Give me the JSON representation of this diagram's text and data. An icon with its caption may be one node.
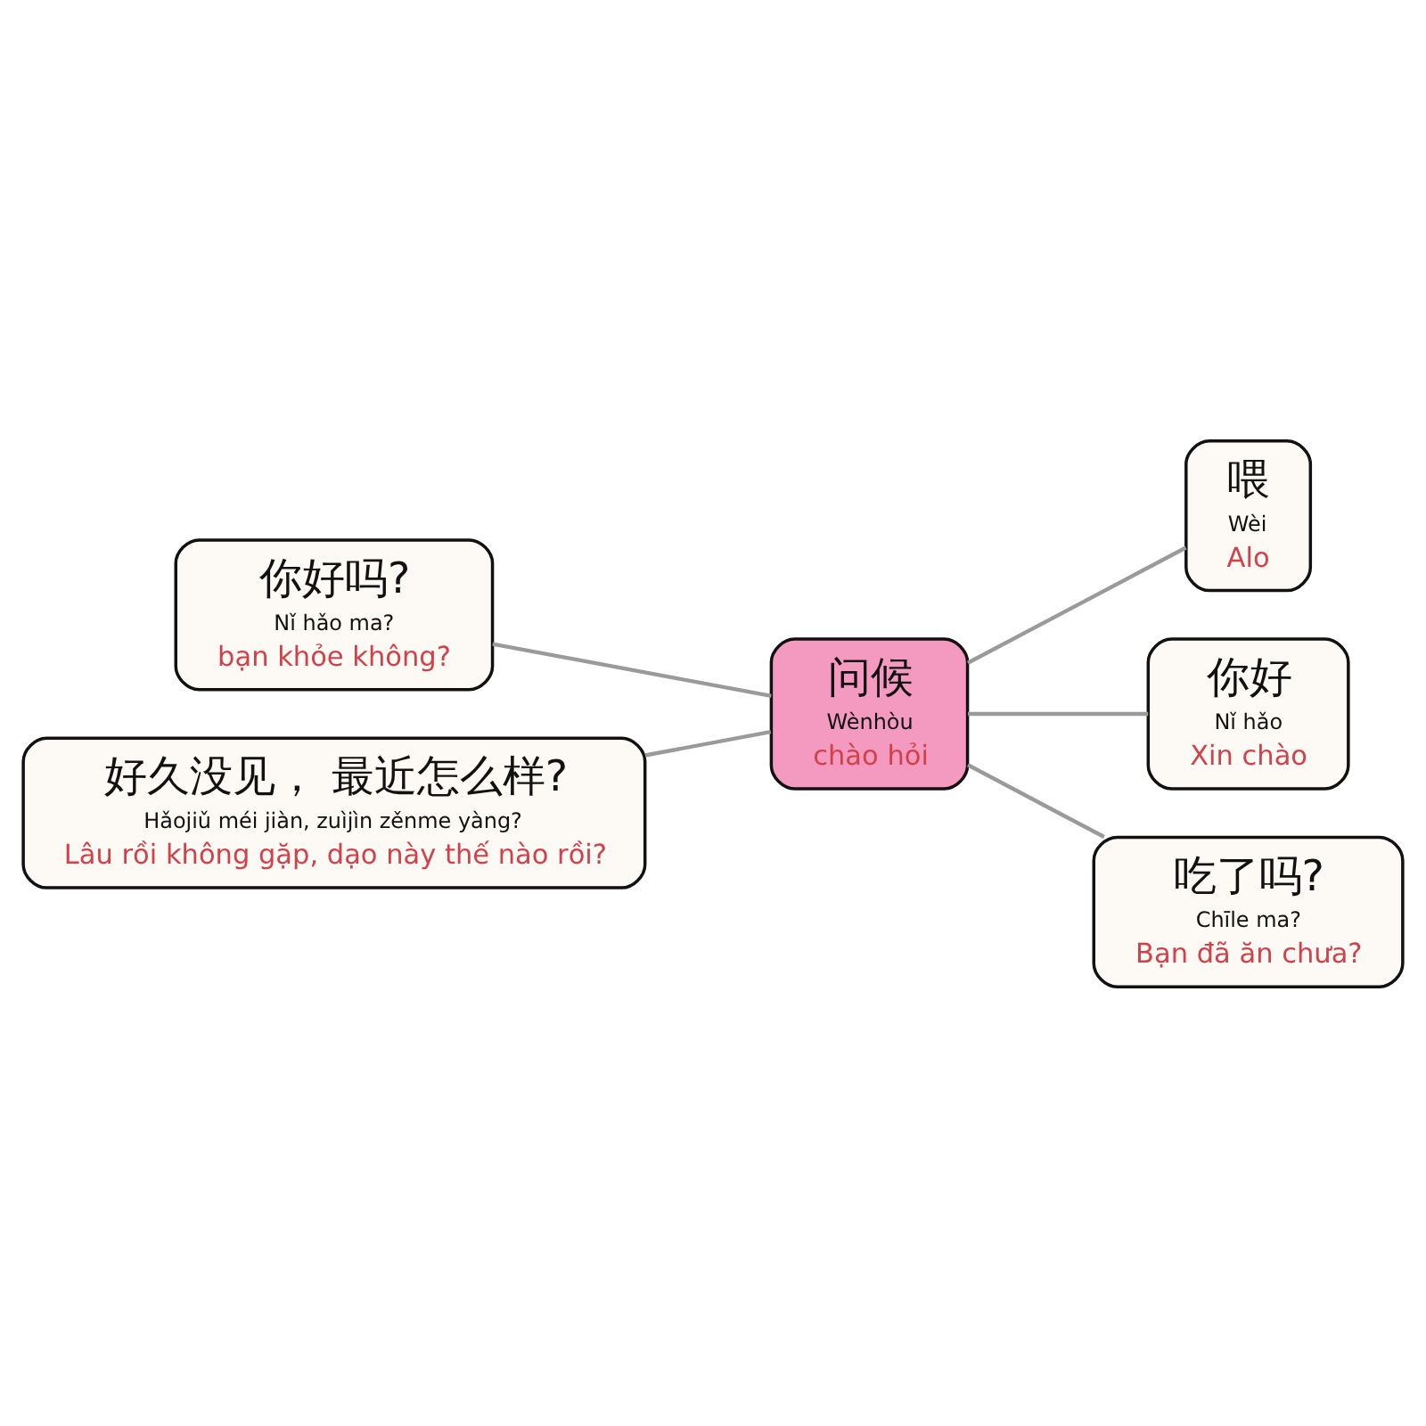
{
  "diagram": {
    "nodes": [
      {
        "text": [
          "你好吗?",
          "Nǐ hǎo ma?",
          "bạn khỏe không?"
        ]
      },
      {
        "text": [
          "喂",
          "Wèi",
          "Alo"
        ]
      },
      {
        "text": [
          "问候",
          "Wènhòu",
          "chào hỏi"
        ]
      },
      {
        "text": [
          "你好",
          "Nǐ hǎo",
          "Xin chào"
        ]
      },
      {
        "text": [
          "好久没见， 最近怎么样?",
          "Hǎojiǔ méi jiàn, zuìjìn zěnme yàng?",
          "Lâu rồi không gặp, dạo này thế nào rồi?"
        ]
      },
      {
        "text": [
          "吃了吗?",
          "Chīle ma?",
          "Bạn đã ăn chưa?"
        ]
      }
    ],
    "edges": [
      {
        "from": 0,
        "to": 2,
        "arrow": "none"
      },
      {
        "from": 2,
        "to": 1,
        "arrow": "none"
      },
      {
        "from": 2,
        "to": 3,
        "arrow": "none"
      },
      {
        "from": 4,
        "to": 2,
        "arrow": "none"
      },
      {
        "from": 2,
        "to": 5,
        "arrow": "none"
      }
    ]
  }
}
